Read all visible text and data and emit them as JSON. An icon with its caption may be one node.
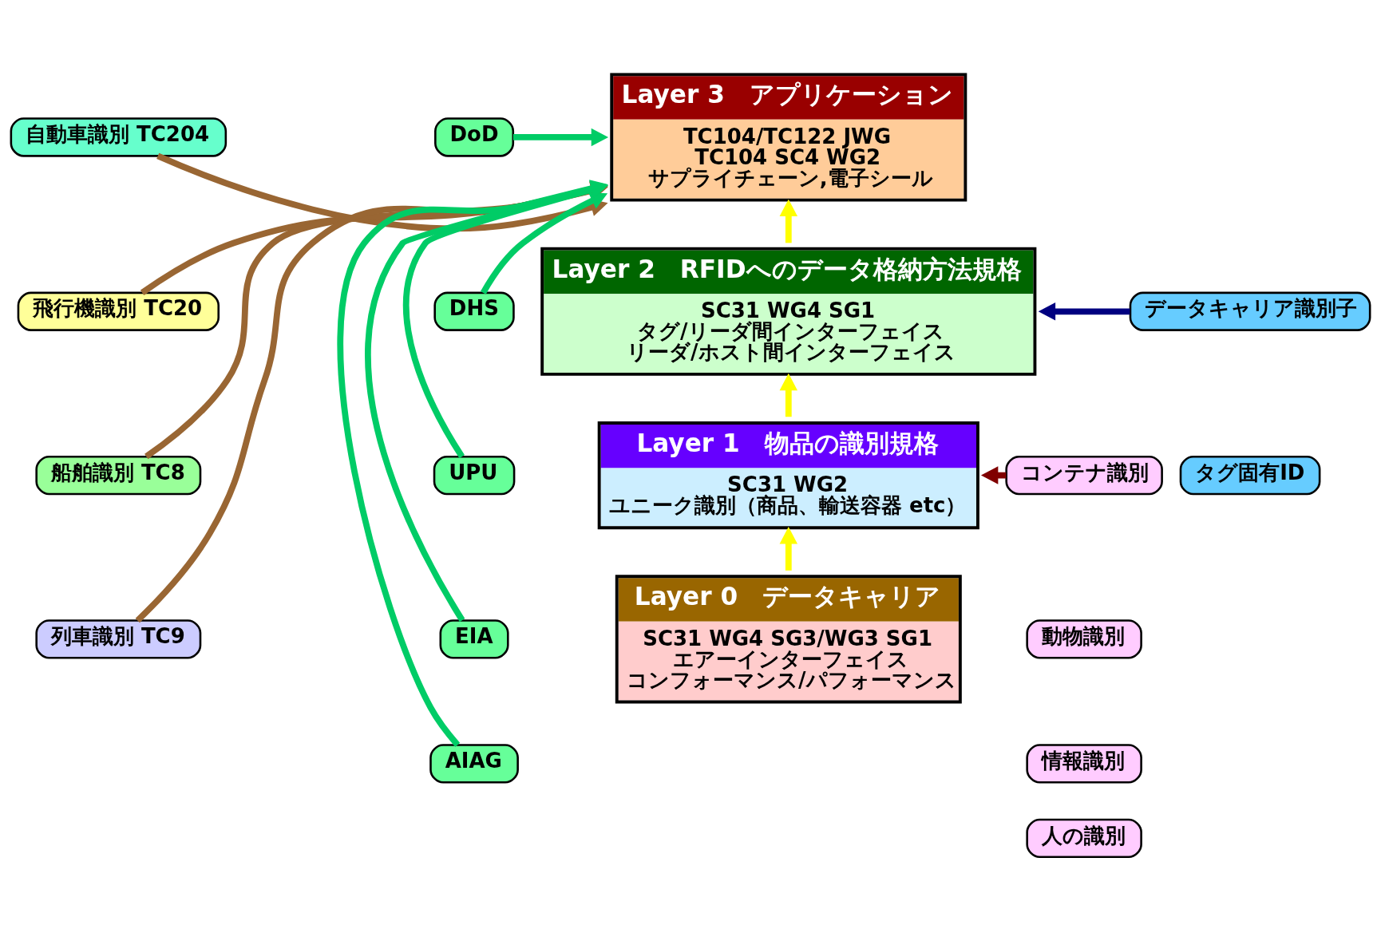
{
  "diagram": {
    "nodes": [
      {
        "text": [
          "自動車識別 TC204"
        ]
      },
      {
        "text": [
          "飛行機識別 TC20"
        ]
      },
      {
        "text": [
          "船舶識別 TC8"
        ]
      },
      {
        "text": [
          "列車識別 TC9"
        ]
      },
      {
        "text": [
          "Layer 3　アプリケーション",
          "TC104/TC122 JWG",
          "TC104 SC4 WG2",
          "サプライチェーン,電子シール"
        ]
      },
      {
        "text": [
          "DoD"
        ]
      },
      {
        "text": [
          "DHS"
        ]
      },
      {
        "text": [
          "UPU"
        ]
      },
      {
        "text": [
          "EIA"
        ]
      },
      {
        "text": [
          "AIAG"
        ]
      },
      {
        "text": [
          "Layer 2　RFIDへのデータ格納方法規格",
          "SC31 WG4 SG1",
          "タグ/リーダ間インターフェイス",
          "リーダ/ホスト間インターフェイス"
        ]
      },
      {
        "text": [
          "データキャリア識別子"
        ]
      },
      {
        "text": [
          "タグ固有ID"
        ]
      },
      {
        "text": [
          "Layer 1　物品の識別規格",
          "SC31 WG2",
          "ユニーク識別（商品、輸送容器 etc）"
        ]
      },
      {
        "text": [
          "コンテナ識別"
        ]
      },
      {
        "text": [
          "動物識別"
        ]
      },
      {
        "text": [
          "情報識別"
        ]
      },
      {
        "text": [
          "人の識別"
        ]
      },
      {
        "text": [
          "Layer 0　データキャリア",
          "SC31 WG4 SG3/WG3 SG1",
          "エアーインターフェイス",
          "コンフォーマンス/パフォーマンス"
        ]
      }
    ],
    "edges": [
      {
        "from": 18,
        "to": 13,
        "arrow": "to",
        "color": "#ffff00"
      },
      {
        "from": 13,
        "to": 10,
        "arrow": "to",
        "color": "#ffff00"
      },
      {
        "from": 10,
        "to": 4,
        "arrow": "to",
        "color": "#ffff00"
      },
      {
        "from": 0,
        "to": 4,
        "arrow": "to",
        "color": "#996633"
      },
      {
        "from": 1,
        "to": 4,
        "arrow": "to",
        "color": "#996633"
      },
      {
        "from": 2,
        "to": 4,
        "arrow": "to",
        "color": "#996633"
      },
      {
        "from": 3,
        "to": 4,
        "arrow": "to",
        "color": "#996633"
      },
      {
        "from": 5,
        "to": 4,
        "arrow": "to",
        "color": "#00cc66"
      },
      {
        "from": 6,
        "to": 4,
        "arrow": "to",
        "color": "#00cc66"
      },
      {
        "from": 7,
        "to": 4,
        "arrow": "to",
        "color": "#00cc66"
      },
      {
        "from": 8,
        "to": 4,
        "arrow": "to",
        "color": "#00cc66"
      },
      {
        "from": 9,
        "to": 4,
        "arrow": "to",
        "color": "#00cc66"
      },
      {
        "from": 11,
        "to": 10,
        "arrow": "to",
        "color": "#000080"
      },
      {
        "from": 14,
        "to": 13,
        "arrow": "to",
        "color": "#800000"
      }
    ]
  }
}
